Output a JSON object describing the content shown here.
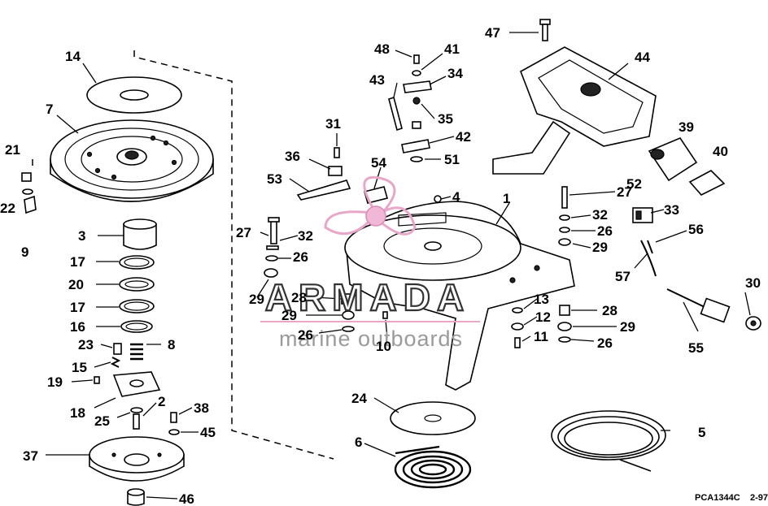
{
  "callouts": {
    "c1": "1",
    "c2": "2",
    "c3": "3",
    "c4": "4",
    "c5": "5",
    "c6": "6",
    "c7": "7",
    "c8": "8",
    "c9": "9",
    "c10": "10",
    "c11": "11",
    "c12": "12",
    "c13": "13",
    "c14": "14",
    "c15": "15",
    "c16": "16",
    "c17a": "17",
    "c17b": "17",
    "c18": "18",
    "c19": "19",
    "c20": "20",
    "c21": "21",
    "c22": "22",
    "c23": "23",
    "c24": "24",
    "c25": "25",
    "c26a": "26",
    "c26b": "26",
    "c26c": "26",
    "c26d": "26",
    "c27a": "27",
    "c27b": "27",
    "c28a": "28",
    "c28b": "28",
    "c29a": "29",
    "c29b": "29",
    "c29c": "29",
    "c29d": "29",
    "c30": "30",
    "c31": "31",
    "c32a": "32",
    "c32b": "32",
    "c33": "33",
    "c34": "34",
    "c35": "35",
    "c36": "36",
    "c37": "37",
    "c38": "38",
    "c39": "39",
    "c40": "40",
    "c41": "41",
    "c42": "42",
    "c43": "43",
    "c44": "44",
    "c45": "45",
    "c46": "46",
    "c47": "47",
    "c48": "48",
    "c51": "51",
    "c52": "52",
    "c53": "53",
    "c54": "54",
    "c55": "55",
    "c56": "56",
    "c57": "57"
  },
  "footer": {
    "code": "PCA1344C",
    "date": "2-97"
  },
  "watermark": {
    "brand": "ARMADA",
    "tagline": "marine outboards",
    "accent": "#e8a6c8"
  }
}
